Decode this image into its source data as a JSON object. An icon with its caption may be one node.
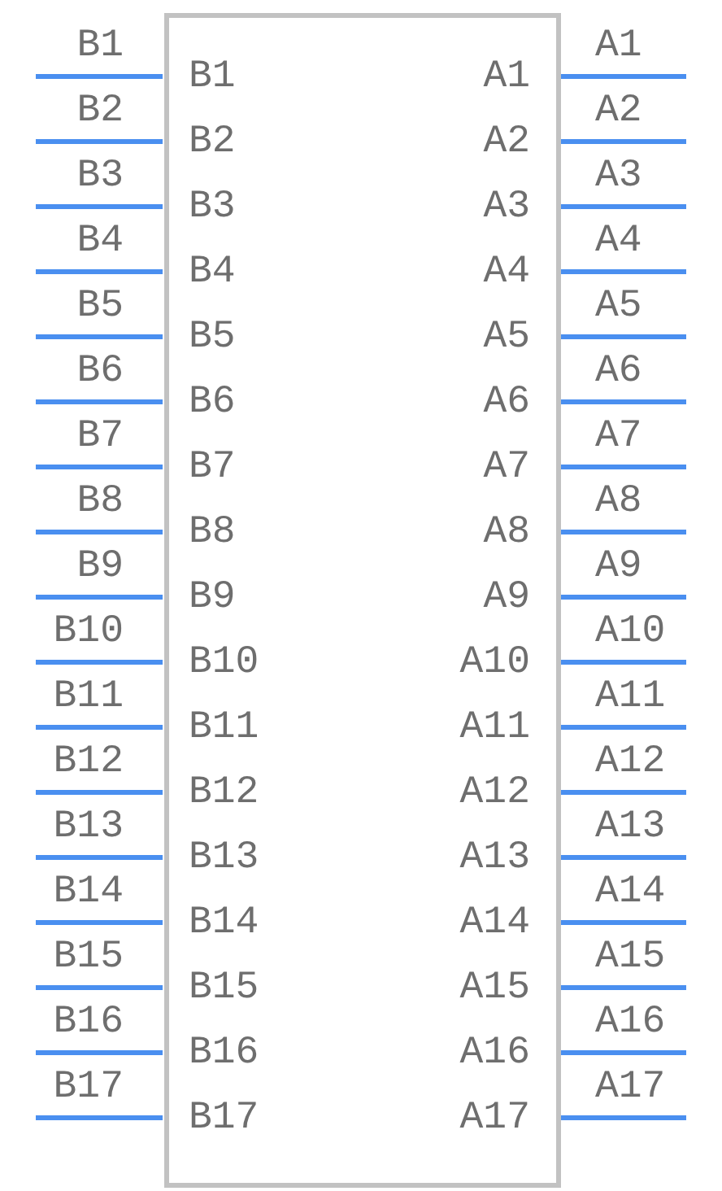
{
  "diagram": {
    "nodes": [
      {
        "text": [],
        "shape": "box"
      }
    ],
    "labels": [
      "B1",
      "A1",
      "B1",
      "A1",
      "B2",
      "A2",
      "B2",
      "A2",
      "B3",
      "A3",
      "B3",
      "A3",
      "B4",
      "A4",
      "B4",
      "A4",
      "B5",
      "A5",
      "B5",
      "A5",
      "B6",
      "A6",
      "B6",
      "A6",
      "B7",
      "A7",
      "B7",
      "A7",
      "B8",
      "A8",
      "B8",
      "A8",
      "B9",
      "A9",
      "B9",
      "A9",
      "B10",
      "A10",
      "B10",
      "A10",
      "B11",
      "A11",
      "B11",
      "A11",
      "B12",
      "A12",
      "B12",
      "A12",
      "B13",
      "A13",
      "B13",
      "A13",
      "B14",
      "A14",
      "B14",
      "A14",
      "B15",
      "A15",
      "B15",
      "A15",
      "B16",
      "A16",
      "B16",
      "A16",
      "B17",
      "A17",
      "B17",
      "A17"
    ]
  }
}
